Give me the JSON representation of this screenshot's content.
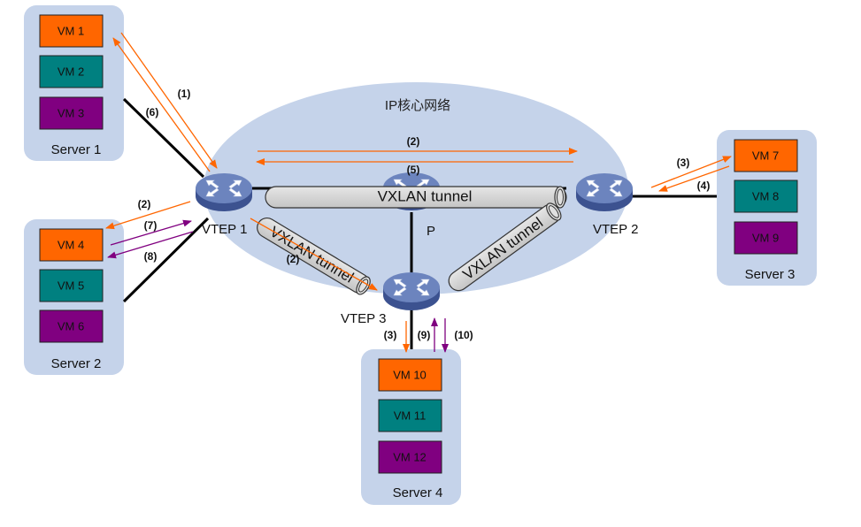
{
  "core_network": {
    "label": "IP核心网络"
  },
  "colors": {
    "core_fill": "#c5d3ea",
    "server_fill": "#c5d3ea",
    "vm_orange": "#ff6600",
    "vm_teal": "#008080",
    "vm_purple": "#800080",
    "arrow_orange": "#ff6600",
    "arrow_purple": "#800080",
    "link": "#000000",
    "tunnel_fill": "#d4d4d4",
    "switch_top": "#6c84be",
    "switch_side": "#3c5290"
  },
  "servers": [
    {
      "id": "server1",
      "label": "Server 1",
      "vms": [
        {
          "label": "VM 1",
          "color": "orange"
        },
        {
          "label": "VM 2",
          "color": "teal"
        },
        {
          "label": "VM 3",
          "color": "purple"
        }
      ]
    },
    {
      "id": "server2",
      "label": "Server 2",
      "vms": [
        {
          "label": "VM 4",
          "color": "orange"
        },
        {
          "label": "VM 5",
          "color": "teal"
        },
        {
          "label": "VM 6",
          "color": "purple"
        }
      ]
    },
    {
      "id": "server3",
      "label": "Server 3",
      "vms": [
        {
          "label": "VM 7",
          "color": "orange"
        },
        {
          "label": "VM 8",
          "color": "teal"
        },
        {
          "label": "VM 9",
          "color": "purple"
        }
      ]
    },
    {
      "id": "server4",
      "label": "Server 4",
      "vms": [
        {
          "label": "VM 10",
          "color": "orange"
        },
        {
          "label": "VM 11",
          "color": "teal"
        },
        {
          "label": "VM 12",
          "color": "purple"
        }
      ]
    }
  ],
  "devices": [
    {
      "id": "vtep1",
      "label": "VTEP 1",
      "type": "switch-icon"
    },
    {
      "id": "vtep2",
      "label": "VTEP 2",
      "type": "switch-icon"
    },
    {
      "id": "vtep3",
      "label": "VTEP 3",
      "type": "switch-icon"
    },
    {
      "id": "p",
      "label": "P",
      "type": "switch-icon"
    }
  ],
  "tunnels": [
    {
      "id": "vtep1-vtep2",
      "label": "VXLAN tunnel"
    },
    {
      "id": "vtep1-vtep3",
      "label": "VXLAN tunnel"
    },
    {
      "id": "vtep3-vtep2",
      "label": "VXLAN tunnel"
    }
  ],
  "steps": [
    {
      "label": "(1)",
      "color": "orange",
      "from": "VM 1",
      "to": "VTEP 1"
    },
    {
      "label": "(6)",
      "color": "orange",
      "from": "VTEP 1",
      "to": "VM 1"
    },
    {
      "label": "(2)",
      "color": "orange",
      "from": "VTEP 1",
      "to": "VTEP 2"
    },
    {
      "label": "(5)",
      "color": "orange",
      "from": "VTEP 2",
      "to": "VTEP 1"
    },
    {
      "label": "(2)",
      "color": "orange",
      "from": "VTEP 1",
      "to": "VM 4"
    },
    {
      "label": "(7)",
      "color": "purple",
      "from": "VM 4",
      "to": "VTEP 1"
    },
    {
      "label": "(8)",
      "color": "purple",
      "from": "VTEP 1",
      "to": "VM 4"
    },
    {
      "label": "(2)",
      "color": "orange",
      "from": "VTEP 1",
      "to": "VTEP 3"
    },
    {
      "label": "(3)",
      "color": "orange",
      "from": "VTEP 2",
      "to": "VM 7"
    },
    {
      "label": "(4)",
      "color": "orange",
      "from": "VM 7",
      "to": "VTEP 2"
    },
    {
      "label": "(3)",
      "color": "orange",
      "from": "VTEP 3",
      "to": "VM 10"
    },
    {
      "label": "(9)",
      "color": "purple",
      "from": "VM 10",
      "to": "VTEP 3"
    },
    {
      "label": "(10)",
      "color": "purple",
      "from": "VTEP 3",
      "to": "VM 10"
    }
  ]
}
